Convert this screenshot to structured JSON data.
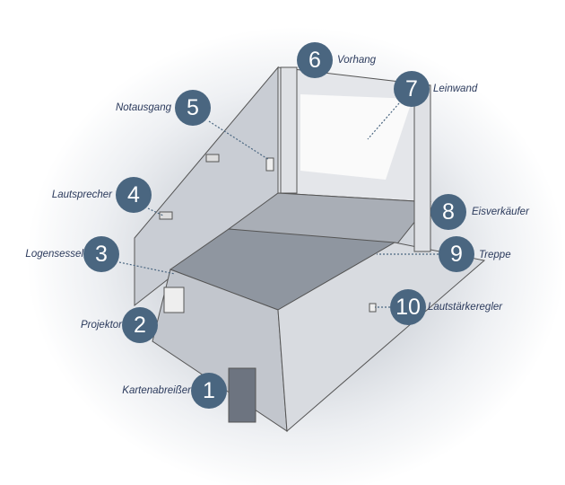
{
  "callouts": [
    {
      "number": "1",
      "label": "Kartenabreißer"
    },
    {
      "number": "2",
      "label": "Projektor"
    },
    {
      "number": "3",
      "label": "Logensessel"
    },
    {
      "number": "4",
      "label": "Lautsprecher"
    },
    {
      "number": "5",
      "label": "Notausgang"
    },
    {
      "number": "6",
      "label": "Vorhang"
    },
    {
      "number": "7",
      "label": "Leinwand"
    },
    {
      "number": "8",
      "label": "Eisverkäufer"
    },
    {
      "number": "9",
      "label": "Treppe"
    },
    {
      "number": "10",
      "label": "Lautstärkeregler"
    }
  ],
  "colors": {
    "marker": "#4a6680",
    "label": "#2b3a5c"
  }
}
